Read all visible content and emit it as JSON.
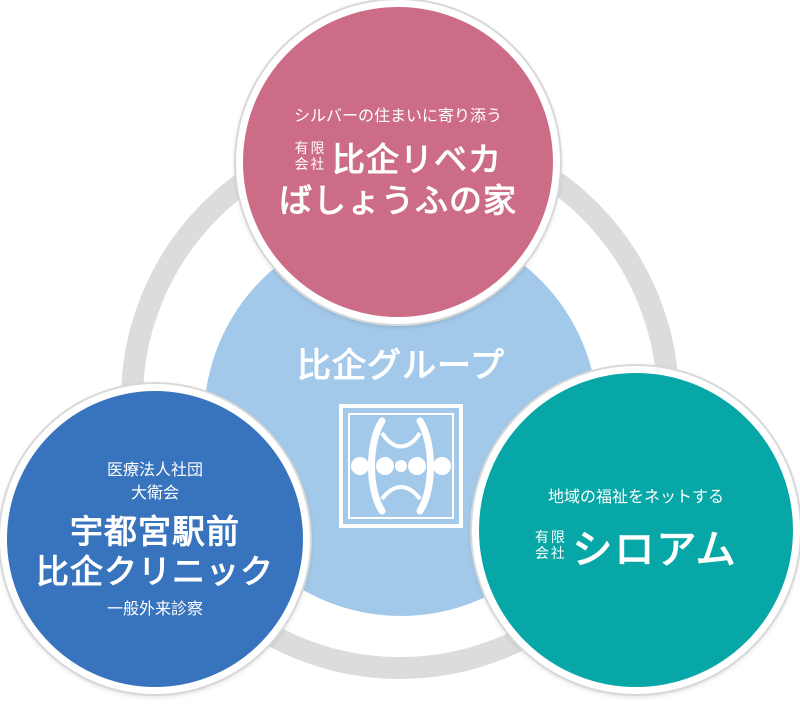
{
  "center": {
    "title": "比企グループ"
  },
  "top": {
    "tagline": "シルバーの住まいに寄り添う",
    "corp_type": "有限会社",
    "brand": "比企リベカ",
    "name": "ばしょうふの家"
  },
  "left": {
    "org": "医療法人社団",
    "org_name": "大衛会",
    "name_line1": "宇都宮駅前",
    "name_line2": "比企クリニック",
    "service": "一般外来診察"
  },
  "right": {
    "tagline": "地域の福祉をネットする",
    "corp_type": "有限会社",
    "brand": "シロアム"
  },
  "colors": {
    "top": "#cc6c87",
    "left": "#3873bd",
    "right": "#06a7a6",
    "center": "#a3c9ea",
    "ring": "#dcdcdc"
  }
}
